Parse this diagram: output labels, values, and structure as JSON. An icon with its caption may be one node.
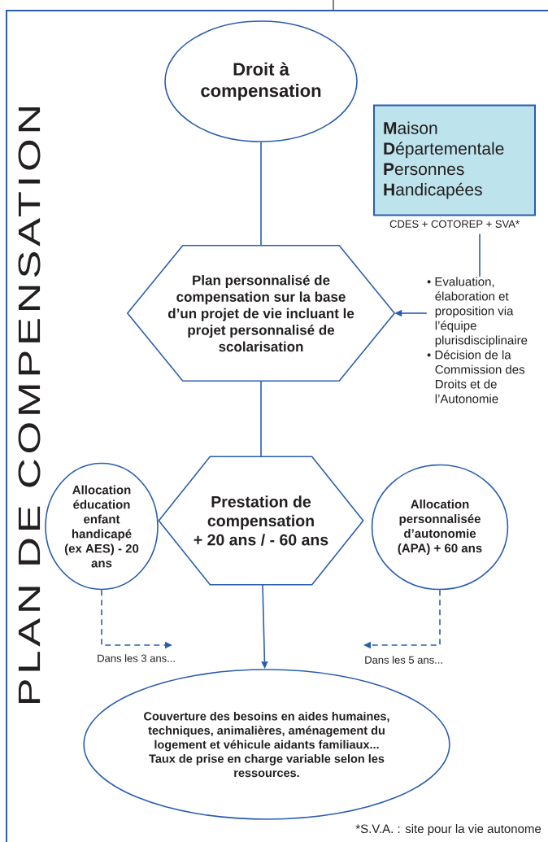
{
  "diagram": {
    "title": "PLAN DE COMPENSATION",
    "nodes": [
      {
        "text": [
          "Droit à compensation"
        ]
      },
      {
        "text": [
          "**M**aison **D**épartementale **P**ersonnes **H**andicapées"
        ],
        "beside": [
          "CDES + COTOREP + SVA*"
        ]
      },
      {
        "text": [
          "Plan personnalisé de compensation sur la base d’un projet de vie incluant le projet personnalisé de scolarisation"
        ]
      },
      {
        "text": [
          "• Evaluation, élaboration et proposition via l’équipe plurisdisciplinaire",
          "• Décision de la Commission des Droits et de l’Autonomie"
        ]
      },
      {
        "text": [
          "Allocation éducation enfant handicapé (ex AES) - 20 ans"
        ]
      },
      {
        "text": [
          "Prestation de compensation",
          "+ 20 ans / - 60 ans"
        ]
      },
      {
        "text": [
          "Allocation personnalisée d’autonomie (APA) + 60 ans"
        ]
      },
      {
        "text": [
          "Couverture des besoins en aides humaines, techniques, animalières, aménagement du logement et véhicule aidants familiaux...",
          "Taux de prise en charge variable selon les ressources."
        ]
      }
    ],
    "edges": [
      {
        "from": 0,
        "to": 2,
        "arrow": "none"
      },
      {
        "from": 1,
        "to": 3,
        "arrow": "none"
      },
      {
        "from": 3,
        "to": 2,
        "arrow": "to"
      },
      {
        "from": 2,
        "to": 5,
        "arrow": "none"
      },
      {
        "from": 5,
        "to": 7,
        "arrow": "to"
      },
      {
        "from": 4,
        "to": null,
        "arrow": "to",
        "style": "dashed",
        "label": "Dans les 3 ans..."
      },
      {
        "from": 6,
        "to": null,
        "arrow": "to",
        "style": "dashed",
        "label": "Dans les 5 ans..."
      }
    ],
    "labels": [
      "*S.V.A. : site pour la vie autonome"
    ]
  }
}
